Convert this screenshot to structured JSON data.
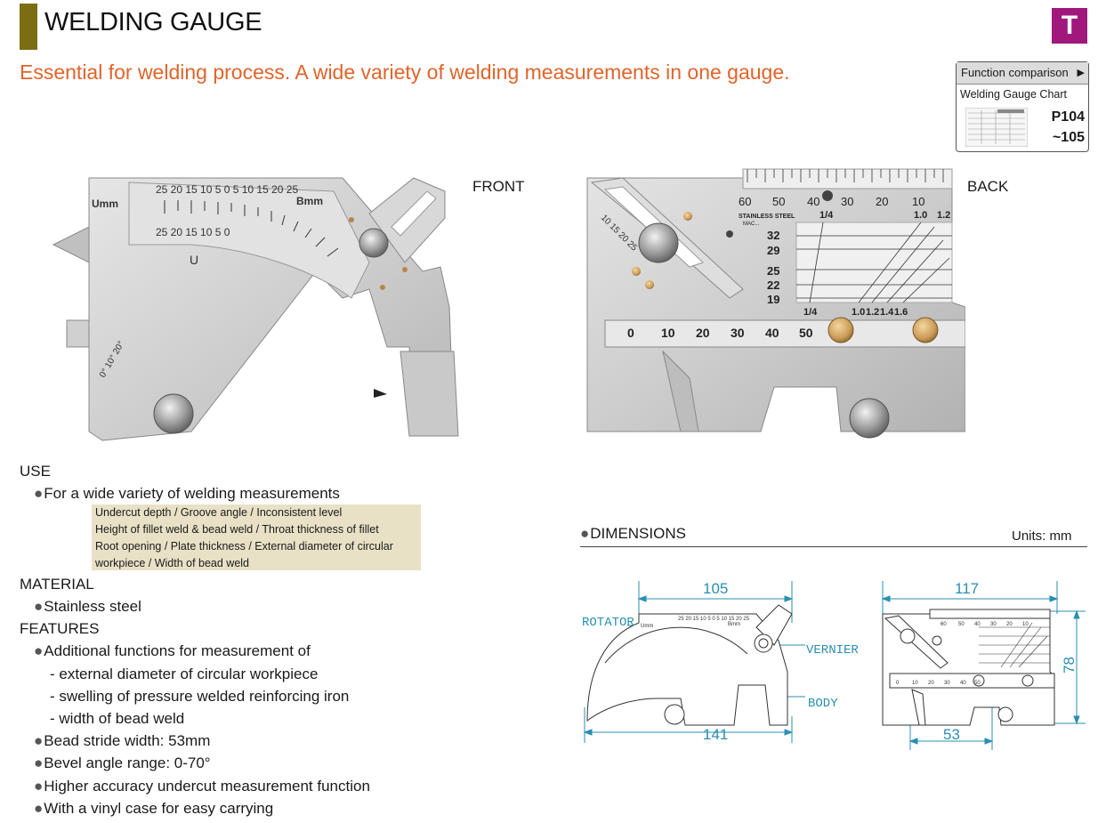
{
  "header": {
    "title": "WELDING GAUGE",
    "badge": "T",
    "subtitle": "Essential for welding process. A wide variety of welding measurements in one gauge.",
    "accent_color": "#e0642a",
    "bar_color": "#7a6d12",
    "badge_color": "#a0187c"
  },
  "function_comparison": {
    "label": "Function comparison",
    "arrow_icon": "triangle-right-icon",
    "subtitle": "Welding Gauge Chart",
    "page_from": "P104",
    "page_to": "~105"
  },
  "photos": {
    "front_label": "FRONT",
    "back_label": "BACK",
    "front": {
      "unit_u": "Umm",
      "unit_b": "Bmm",
      "scale_top": "25 20 15 10 5 0 5 10 15 20 25",
      "scale_bottom": "25 20 15 10 5 0",
      "u_label": "U",
      "angle_label": "0° 10° 20°"
    },
    "back": {
      "top_scale": [
        "60",
        "50",
        "40",
        "30",
        "20",
        "10"
      ],
      "quarter": "1/4",
      "ratios_top": [
        "1.0",
        "1.2"
      ],
      "brand": "STAINLESS STEEL",
      "brand2": "MAC...",
      "thick": [
        "32",
        "29",
        "25",
        "22",
        "19"
      ],
      "ratios_bottom": [
        "1/4",
        "1.0",
        "1.2",
        "1.4",
        "1.6"
      ],
      "bottom_scale": [
        "0",
        "10",
        "20",
        "30",
        "40",
        "50"
      ],
      "left_scale": "10 15 20 25"
    }
  },
  "use": {
    "heading": "USE",
    "bullet": "For a wide variety of welding measurements",
    "box_color": "#e8e1c6",
    "lines": [
      "Undercut depth / Groove angle / Inconsistent level",
      "Height of fillet weld & bead weld / Throat thickness of fillet",
      "Root opening / Plate thickness / External diameter of circular",
      "workpiece / Width of bead weld"
    ]
  },
  "material": {
    "heading": "MATERIAL",
    "bullet": "Stainless steel"
  },
  "features": {
    "heading": "FEATURES",
    "items": [
      "Additional functions for measurement of",
      "- external diameter of circular workpiece",
      "- swelling of pressure welded reinforcing iron",
      "- width of bead weld",
      "Bead stride width: 53mm",
      "Bevel angle range: 0-70°",
      "Higher accuracy undercut measurement function",
      "With a vinyl case for easy carrying"
    ]
  },
  "dimensions": {
    "heading": "DIMENSIONS",
    "units": "Units: mm",
    "front": {
      "top_dim": "105",
      "bottom_dim": "141",
      "rotator": "ROTATOR",
      "vernier": "VERNIER",
      "body": "BODY"
    },
    "back": {
      "top_dim": "117",
      "height_dim": "78",
      "bottom_dim": "53"
    },
    "line_color": "#2a8fb0"
  }
}
